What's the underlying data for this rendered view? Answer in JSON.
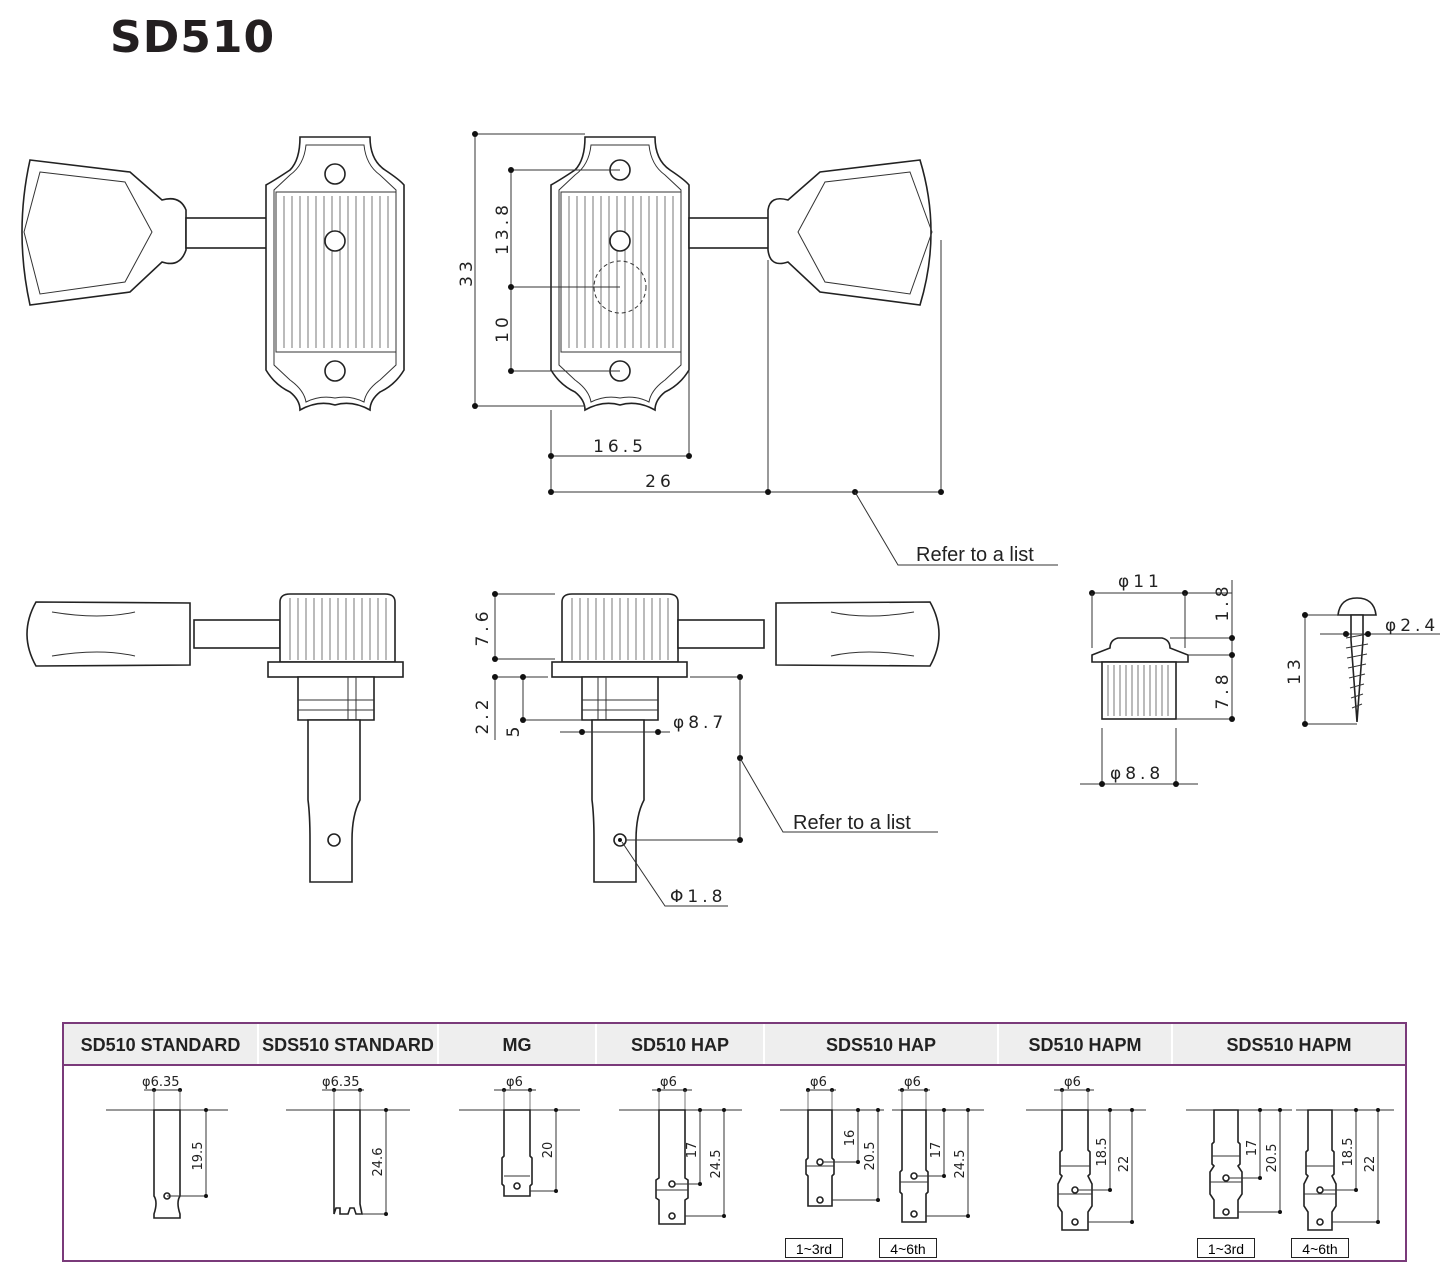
{
  "title": "SD510",
  "dimensions": {
    "height_total": "33",
    "upper_spacing": "13.8",
    "lower_spacing": "10",
    "width_inner": "16.5",
    "width_outer": "26",
    "top_height": "7.6",
    "collar_height": "2.2",
    "post_upper": "5",
    "post_diameter": "φ8.7",
    "hole_diameter": "Φ1.8",
    "bushing_diameter": "φ11",
    "bushing_flange": "1.8",
    "bushing_height": "7.8",
    "bushing_inner_diameter": "φ8.8",
    "screw_length": "13",
    "screw_diameter": "φ2.4"
  },
  "notes": {
    "refer_top": "Refer to a list",
    "refer_side": "Refer to a list"
  },
  "variants": [
    {
      "name": "SD510 STANDARD",
      "diam": "φ6.35",
      "dims": [
        "19.5"
      ]
    },
    {
      "name": "SDS510 STANDARD",
      "diam": "φ6.35",
      "dims": [
        "24.6"
      ]
    },
    {
      "name": "MG",
      "diam": "φ6",
      "dims": [
        "20"
      ]
    },
    {
      "name": "SD510 HAP",
      "diam": "φ6",
      "dims": [
        "17",
        "24.5"
      ]
    },
    {
      "name": "SDS510 HAP",
      "diam": "φ6",
      "diam2": "φ6",
      "dims": [
        "16",
        "20.5"
      ],
      "dims2": [
        "17",
        "24.5"
      ],
      "tags": [
        "1~3rd",
        "4~6th"
      ]
    },
    {
      "name": "SD510 HAPM",
      "diam": "φ6",
      "dims": [
        "18.5",
        "22"
      ]
    },
    {
      "name": "SDS510 HAPM",
      "dims": [
        "17",
        "20.5"
      ],
      "dims2": [
        "18.5",
        "22"
      ],
      "tags": [
        "1~3rd",
        "4~6th"
      ]
    }
  ]
}
